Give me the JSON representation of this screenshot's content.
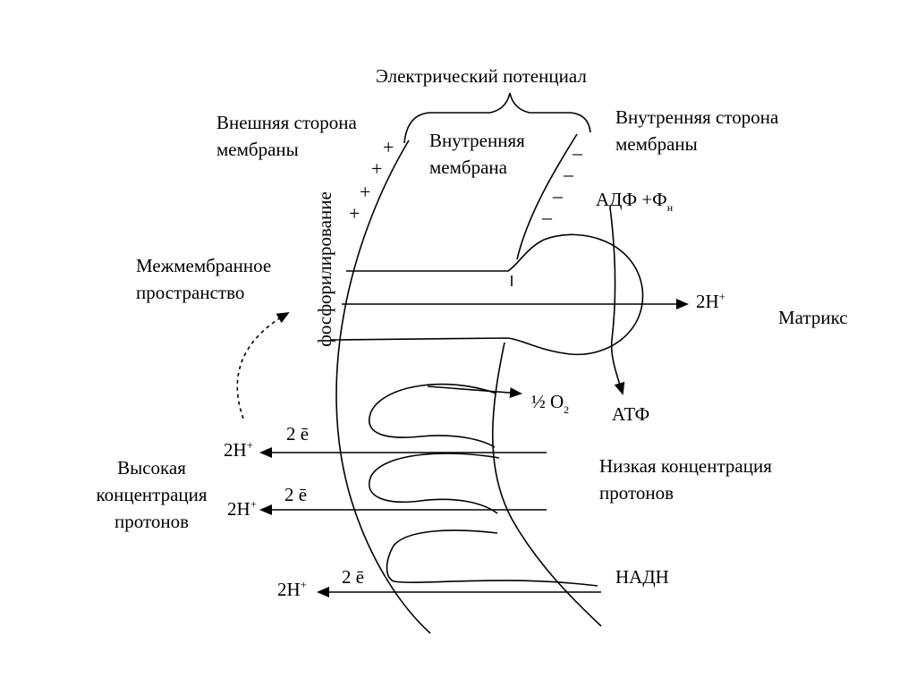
{
  "labels": {
    "electric_potential": "Электрический потенциал",
    "outer_side": "Внешняя сторона\nмембраны",
    "inner_side": "Внутренняя сторона\nмембраны",
    "inner_membrane": "Внутренняя\nмембрана",
    "intermembrane_space": "Межмембранное\nпространство",
    "phosphorylation": "фосфорилирование",
    "adp_pn_main": "АДФ +Ф",
    "adp_pn_sub": "н",
    "matrix": "Матрикс",
    "atp": "АТФ",
    "half_o2_main": "½ О",
    "half_o2_sub": "2",
    "high_concentration": "Высокая\nконцентрация\nпротонов",
    "low_concentration": "Низкая концентрация\nпротонов",
    "nadh": "НАДН",
    "proton_main": "2Н",
    "proton_sup": "+",
    "electrons": "2 ē",
    "plus": "+",
    "minus": "–"
  }
}
